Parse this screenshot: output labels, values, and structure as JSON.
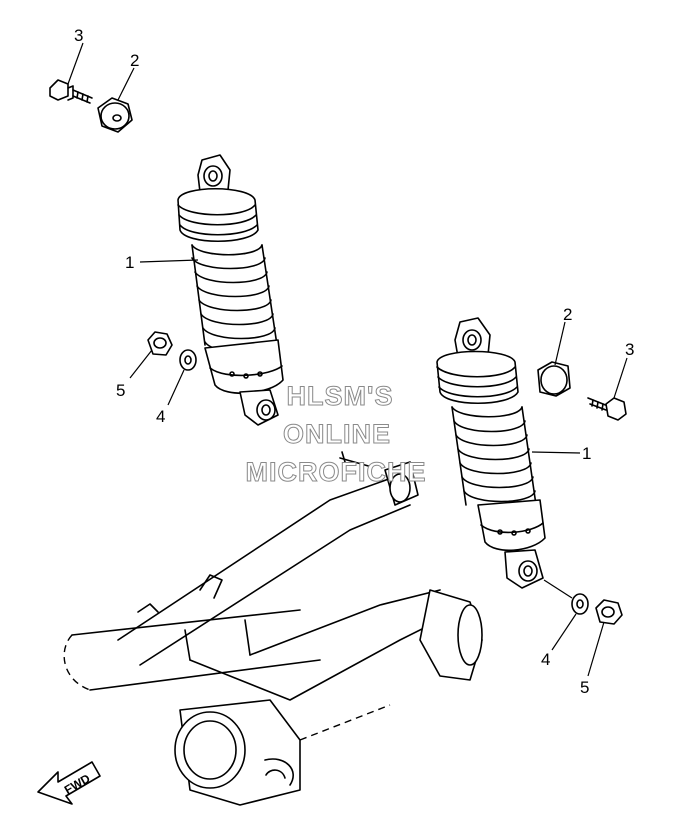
{
  "callouts": {
    "c1_left": "1",
    "c2_left": "2",
    "c3_left": "3",
    "c4_left": "4",
    "c5_left": "5",
    "c1_right": "1",
    "c2_right": "2",
    "c3_right": "3",
    "c4_right": "4",
    "c5_right": "5"
  },
  "watermark": {
    "line1": "HLSM'S",
    "line2": "ONLINE",
    "line3": "MICROFICHE"
  },
  "direction_arrow": {
    "label": "FWD",
    "icon": "forward-arrow-icon"
  }
}
